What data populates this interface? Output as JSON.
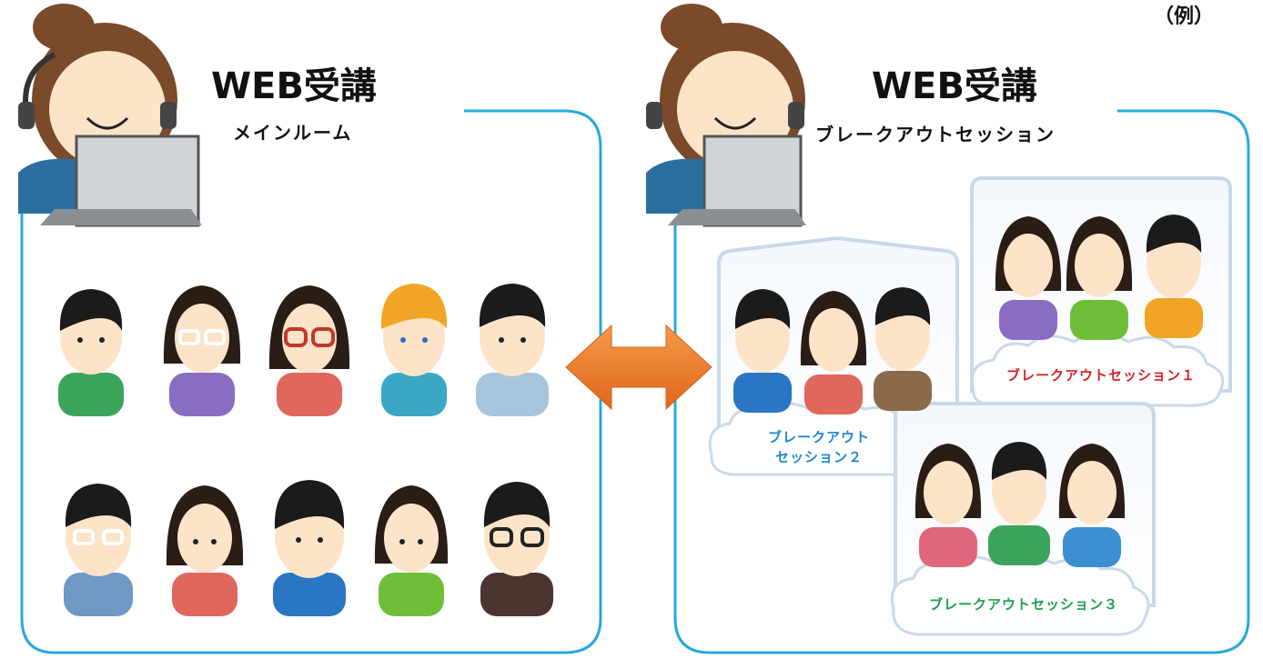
{
  "example_label": "（例）",
  "main_room": {
    "title": "WEB受講",
    "subtitle": "メインルーム"
  },
  "breakout_room": {
    "title": "WEB受講",
    "subtitle": "ブレークアウトセッション"
  },
  "sessions": {
    "session1": "ブレークアウトセッション１",
    "session2_line1": "ブレークアウト",
    "session2_line2": "セッション２",
    "session3": "ブレークアウトセッション３"
  },
  "colors": {
    "frame": "#29a8df",
    "arrow": "#f07a20",
    "session1_text": "#d81e2a",
    "session2_text": "#1f86c8",
    "session3_text": "#19a14a",
    "cloud_edge": "#c9d9ea"
  },
  "icons": [
    "operator-with-headset-icon",
    "person-icon",
    "double-arrow-icon",
    "cloud-icon"
  ]
}
